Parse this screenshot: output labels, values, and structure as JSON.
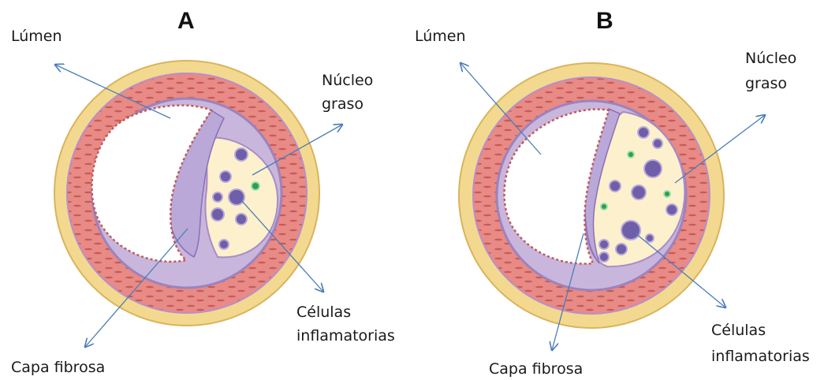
{
  "panels": [
    {
      "letter": "A",
      "labels": {
        "lumen": "Lúmen",
        "nucleo_line1": "Núcleo",
        "nucleo_line2": "graso",
        "celulas_line1": "Células",
        "celulas_line2": "inflamatorias",
        "capa": "Capa fibrosa"
      }
    },
    {
      "letter": "B",
      "labels": {
        "lumen": "Lúmen",
        "nucleo_line1": "Núcleo",
        "nucleo_line2": "graso",
        "celulas_line1": "Células",
        "celulas_line2": "inflamatorias",
        "capa": "Capa fibrosa"
      }
    }
  ],
  "colors": {
    "adventitia": "#f3d98f",
    "adventitia_edge": "#d9b45c",
    "media": "#e88a86",
    "media_stripe": "#c95a55",
    "intima": "#c9b6dc",
    "intima_edge": "#9c83bd",
    "lumen": "#ffffff",
    "fat_core": "#fdf0cc",
    "fibrous_cap": "#b9a8d8",
    "inflammatory_cell": "#6f5fa8",
    "lipid_droplet": "#2e9e4f",
    "arrow": "#4a7db8"
  }
}
